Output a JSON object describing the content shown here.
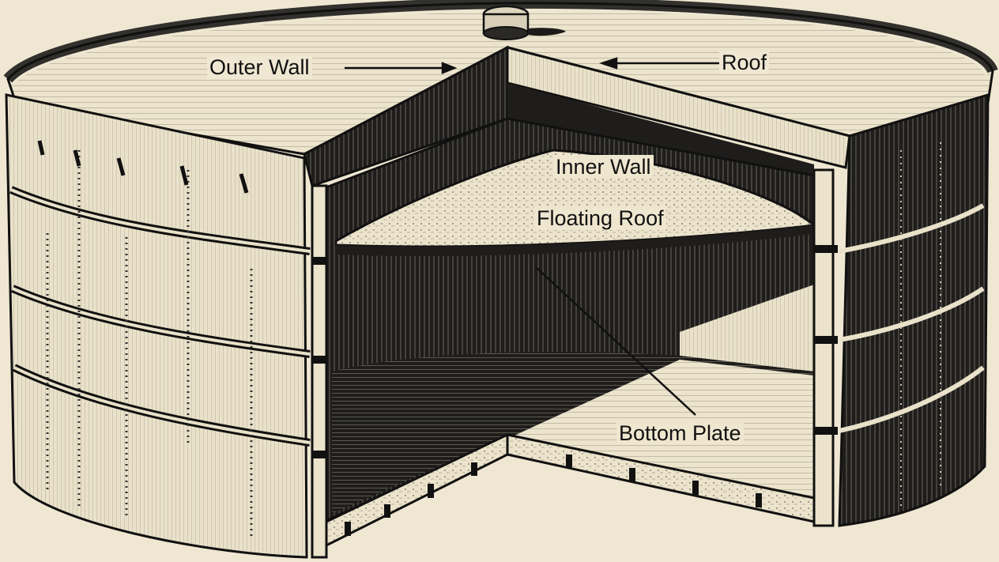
{
  "labels": {
    "outer_wall": "Outer Wall",
    "roof": "Roof",
    "inner_wall": "Inner Wall",
    "floating_roof": "Floating Roof",
    "bottom_plate": "Bottom Plate"
  },
  "colors": {
    "paper": "#efe7d2",
    "ink": "#111111",
    "dark_fill": "#1c1b19"
  }
}
